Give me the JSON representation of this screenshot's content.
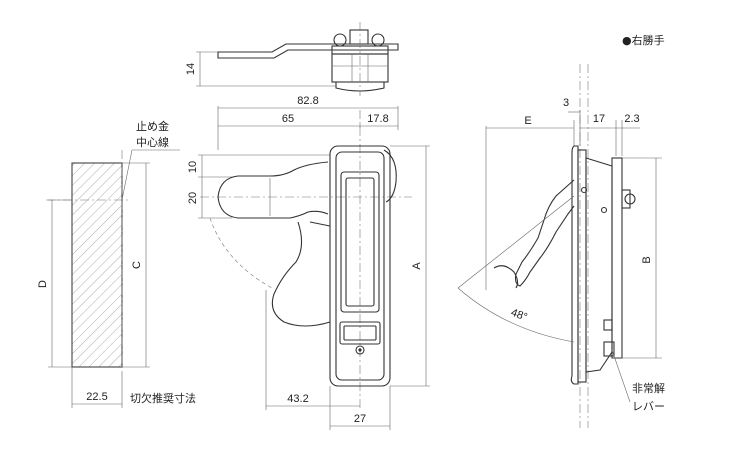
{
  "labels": {
    "hand": "●右勝手",
    "centerline_1": "止め金",
    "centerline_2": "中心線",
    "cutout": "切欠推奨寸法",
    "lever_1": "非常解",
    "lever_2": "レバー"
  },
  "dimensions": {
    "d14": "14",
    "d82_8": "82.8",
    "d65": "65",
    "d17_8": "17.8",
    "d10": "10",
    "d20": "20",
    "dA": "A",
    "d43_2": "43.2",
    "d27": "27",
    "dD": "D",
    "dC": "C",
    "d22_5": "22.5",
    "d3": "3",
    "dE": "E",
    "d17": "17",
    "d2_3": "2.3",
    "dB": "B",
    "d48": "48°"
  },
  "colors": {
    "line": "#333333",
    "hatch": "#888888"
  }
}
